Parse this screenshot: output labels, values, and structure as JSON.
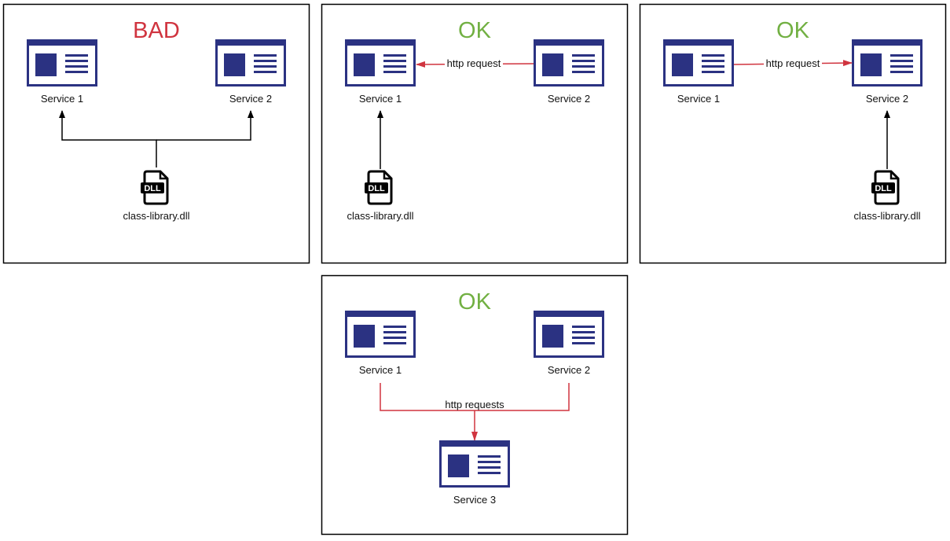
{
  "colors": {
    "bad": "#d0343f",
    "ok": "#72b043",
    "service": "#2b3282",
    "request": "#d0343f",
    "dependency": "#000000"
  },
  "panels": [
    {
      "title": "BAD",
      "service1": "Service 1",
      "service2": "Service 2",
      "dll": "class-library.dll"
    },
    {
      "title": "OK",
      "service1": "Service 1",
      "service2": "Service 2",
      "request": "http request",
      "dll": "class-library.dll"
    },
    {
      "title": "OK",
      "service1": "Service 1",
      "service2": "Service 2",
      "request": "http request",
      "dll": "class-library.dll"
    },
    {
      "title": "OK",
      "service1": "Service 1",
      "service2": "Service 2",
      "service3": "Service 3",
      "request": "http requests"
    }
  ],
  "icons": {
    "service": "web-service-window-icon",
    "dll": "dll-file-icon",
    "dll_badge": "DLL"
  }
}
